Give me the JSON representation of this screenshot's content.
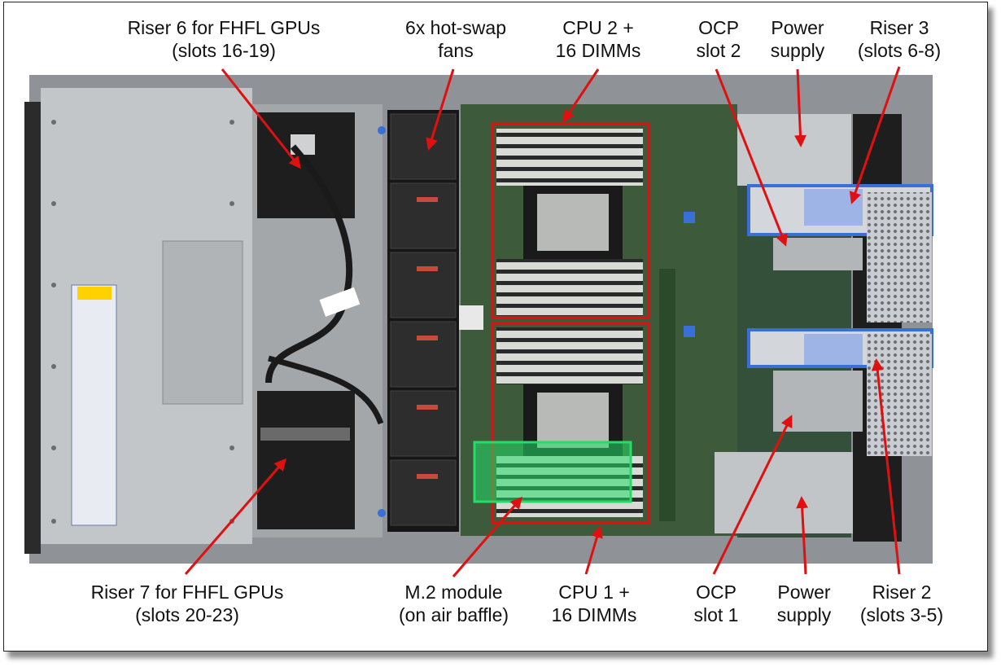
{
  "labels": {
    "riser6": [
      "Riser 6 for FHFL GPUs",
      "(slots 16-19)"
    ],
    "fans": [
      "6x hot-swap",
      "fans"
    ],
    "cpu2": [
      "CPU 2 +",
      "16 DIMMs"
    ],
    "ocp2": [
      "OCP",
      "slot 2"
    ],
    "psu_top": [
      "Power",
      "supply"
    ],
    "riser3": [
      "Riser 3",
      "(slots 6-8)"
    ],
    "riser7": [
      "Riser 7 for FHFL GPUs",
      "(slots 20-23)"
    ],
    "m2": [
      "M.2 module",
      "(on air baffle)"
    ],
    "cpu1": [
      "CPU 1 +",
      "16 DIMMs"
    ],
    "ocp1": [
      "OCP",
      "slot 1"
    ],
    "psu_bottom": [
      "Power",
      "supply"
    ],
    "riser2": [
      "Riser 2",
      "(slots 3-5)"
    ]
  },
  "colors": {
    "arrow": "#e01010",
    "highlight_box": "#e01010",
    "m2_highlight": "#22dd66",
    "chassis": "#b9bcbf",
    "board": "#3d5a3a",
    "riser_blue": "#3a6fd8"
  }
}
